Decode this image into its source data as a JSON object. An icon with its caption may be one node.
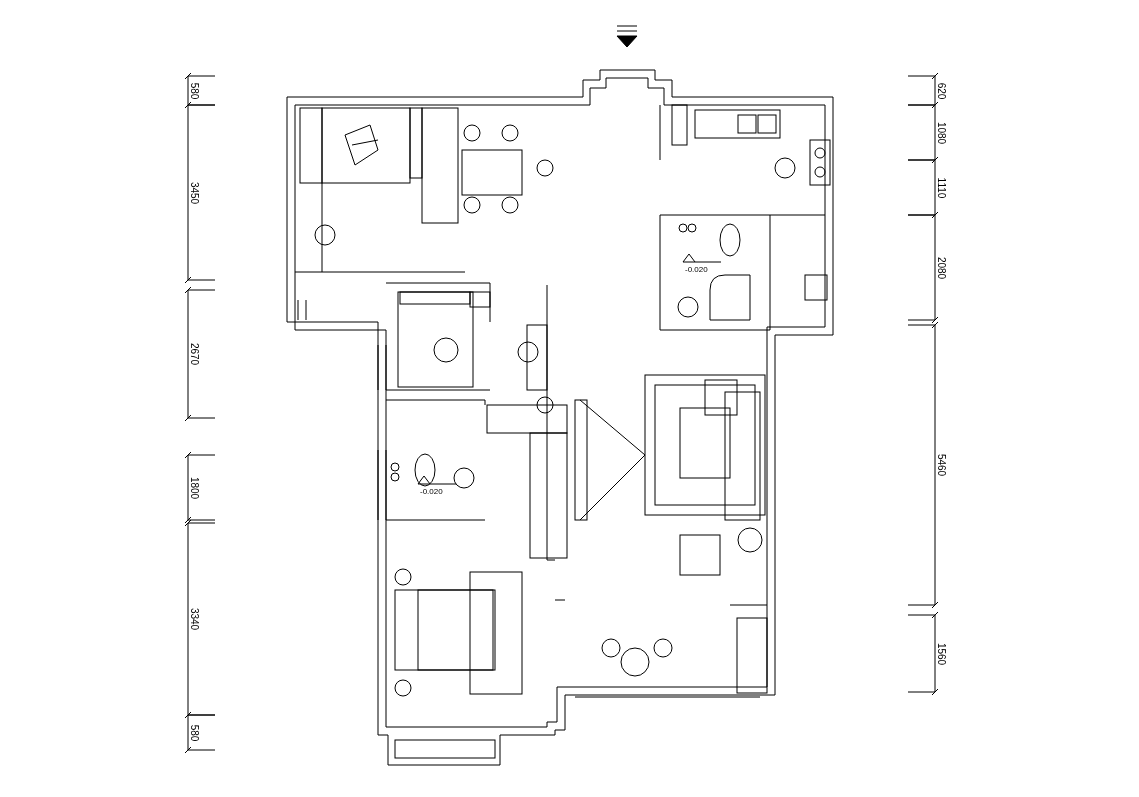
{
  "diagram": {
    "labels": [
      "580",
      "3450",
      "2670",
      "1800",
      "3340",
      "580",
      "620",
      "1080",
      "1110",
      "2080",
      "5460",
      "1560",
      "-0.020",
      "-0.020"
    ]
  }
}
